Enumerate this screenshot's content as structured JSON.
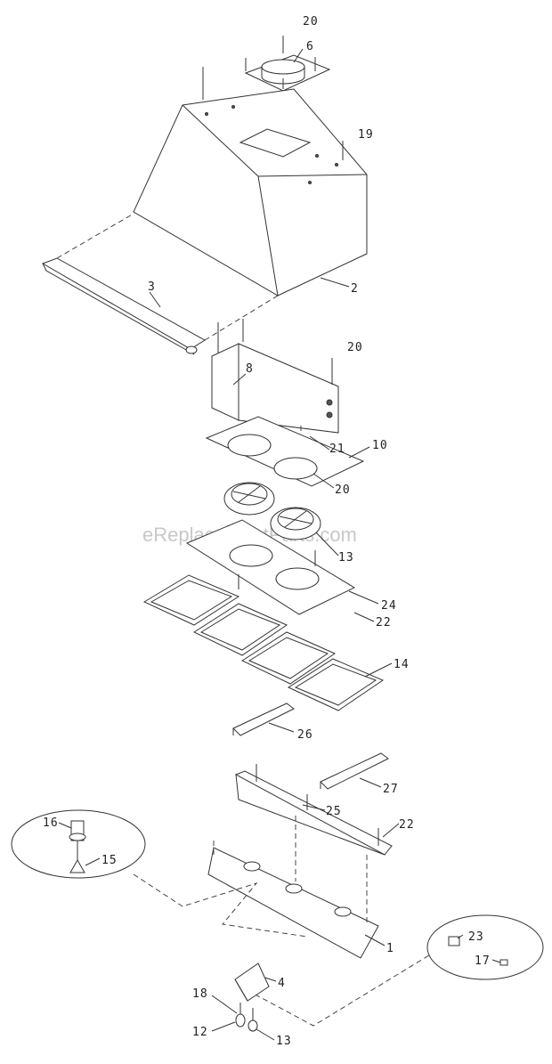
{
  "watermark": "eReplacementParts.com",
  "labels": {
    "l20a": "20",
    "l6": "6",
    "l19": "19",
    "l3": "3",
    "l2": "2",
    "l20b": "20",
    "l8": "8",
    "l21": "21",
    "l10": "10",
    "l20c": "20",
    "l13a": "13",
    "l24": "24",
    "l22a": "22",
    "l14": "14",
    "l26": "26",
    "l27": "27",
    "l25": "25",
    "l22b": "22",
    "l16": "16",
    "l15": "15",
    "l1": "1",
    "l23": "23",
    "l17": "17",
    "l4": "4",
    "l18": "18",
    "l12": "12",
    "l13b": "13"
  }
}
